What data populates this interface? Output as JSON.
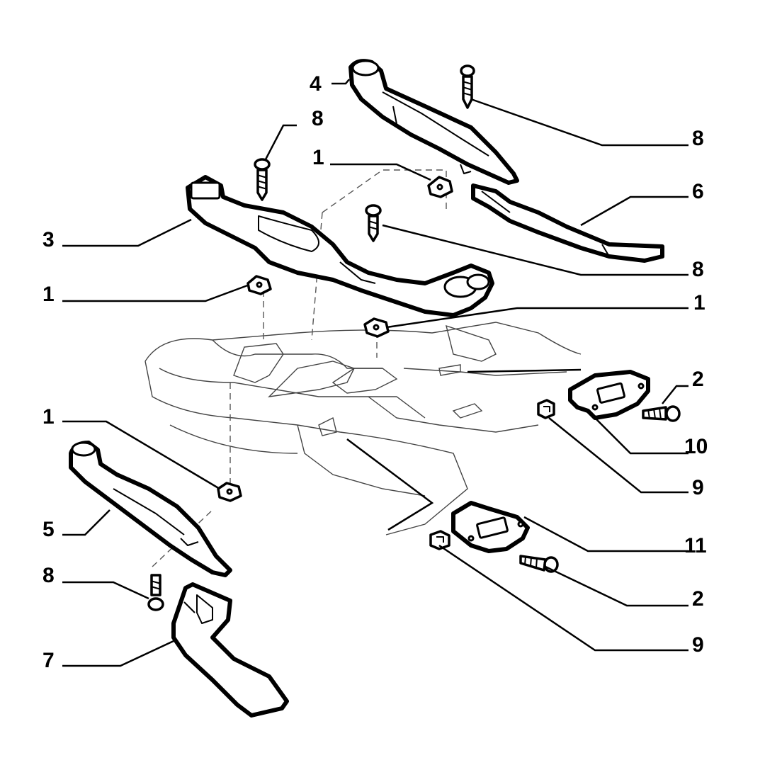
{
  "diagram": {
    "callouts": [
      {
        "id": "c4",
        "label": "4"
      },
      {
        "id": "c8a",
        "label": "8"
      },
      {
        "id": "c8b",
        "label": "8"
      },
      {
        "id": "c1a",
        "label": "1"
      },
      {
        "id": "c6",
        "label": "6"
      },
      {
        "id": "c3",
        "label": "3"
      },
      {
        "id": "c8c",
        "label": "8"
      },
      {
        "id": "c1b",
        "label": "1"
      },
      {
        "id": "c1c",
        "label": "1"
      },
      {
        "id": "c2a",
        "label": "2"
      },
      {
        "id": "c10",
        "label": "10"
      },
      {
        "id": "c1d",
        "label": "1"
      },
      {
        "id": "c9a",
        "label": "9"
      },
      {
        "id": "c5",
        "label": "5"
      },
      {
        "id": "c11",
        "label": "11"
      },
      {
        "id": "c2b",
        "label": "2"
      },
      {
        "id": "c8d",
        "label": "8"
      },
      {
        "id": "c9b",
        "label": "9"
      },
      {
        "id": "c7",
        "label": "7"
      }
    ]
  }
}
